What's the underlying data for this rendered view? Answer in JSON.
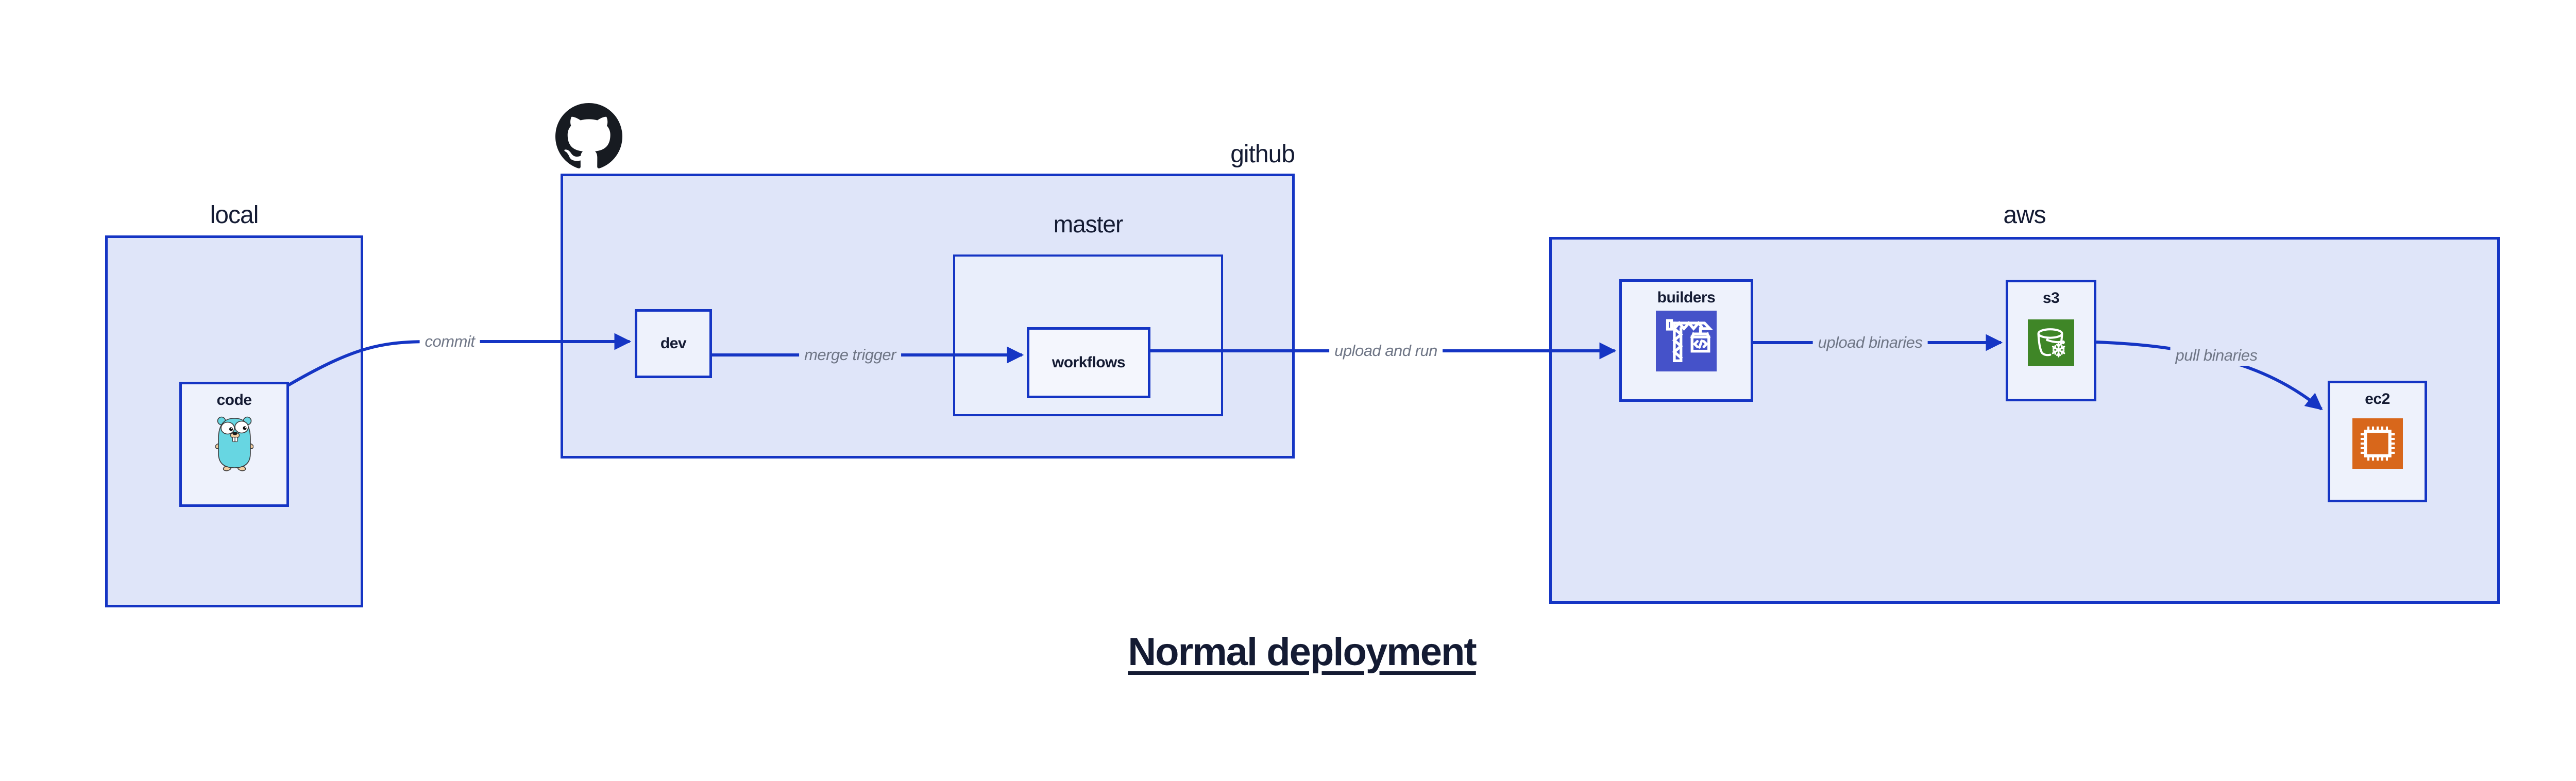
{
  "diagram": {
    "title": "Normal deployment",
    "containers": [
      {
        "id": "local",
        "label": "local"
      },
      {
        "id": "github",
        "label": "github"
      },
      {
        "id": "master",
        "label": "master"
      },
      {
        "id": "aws",
        "label": "aws"
      }
    ],
    "nodes": [
      {
        "id": "code",
        "label": "code",
        "icon": "go-gopher-icon"
      },
      {
        "id": "dev",
        "label": "dev"
      },
      {
        "id": "workflows",
        "label": "workflows"
      },
      {
        "id": "builders",
        "label": "builders",
        "icon": "aws-codebuild-crane-icon"
      },
      {
        "id": "s3",
        "label": "s3",
        "icon": "aws-s3-glacier-bucket-icon"
      },
      {
        "id": "ec2",
        "label": "ec2",
        "icon": "aws-ec2-chip-icon"
      }
    ],
    "edges": [
      {
        "from": "code",
        "to": "dev",
        "label": "commit"
      },
      {
        "from": "dev",
        "to": "workflows",
        "label": "merge trigger"
      },
      {
        "from": "workflows",
        "to": "builders",
        "label": "upload and run"
      },
      {
        "from": "builders",
        "to": "s3",
        "label": "upload binaries"
      },
      {
        "from": "s3",
        "to": "ec2",
        "label": "pull binaries"
      }
    ],
    "colors": {
      "arrow_and_border_blue": "#1535c4",
      "container_fill": "#dfe5f9",
      "master_fill": "#e9eefb",
      "node_fill": "#eef2fc",
      "workflows_fill": "#f4f6fd",
      "label_navy": "#141b33",
      "edge_label_gray": "#6f7686",
      "codebuild_indigo": "#4552c9",
      "s3_glacier_green": "#3f8627",
      "ec2_orange": "#d8671b",
      "octocat_black": "#171b21",
      "gopher_teal": "#67d6e2"
    }
  }
}
